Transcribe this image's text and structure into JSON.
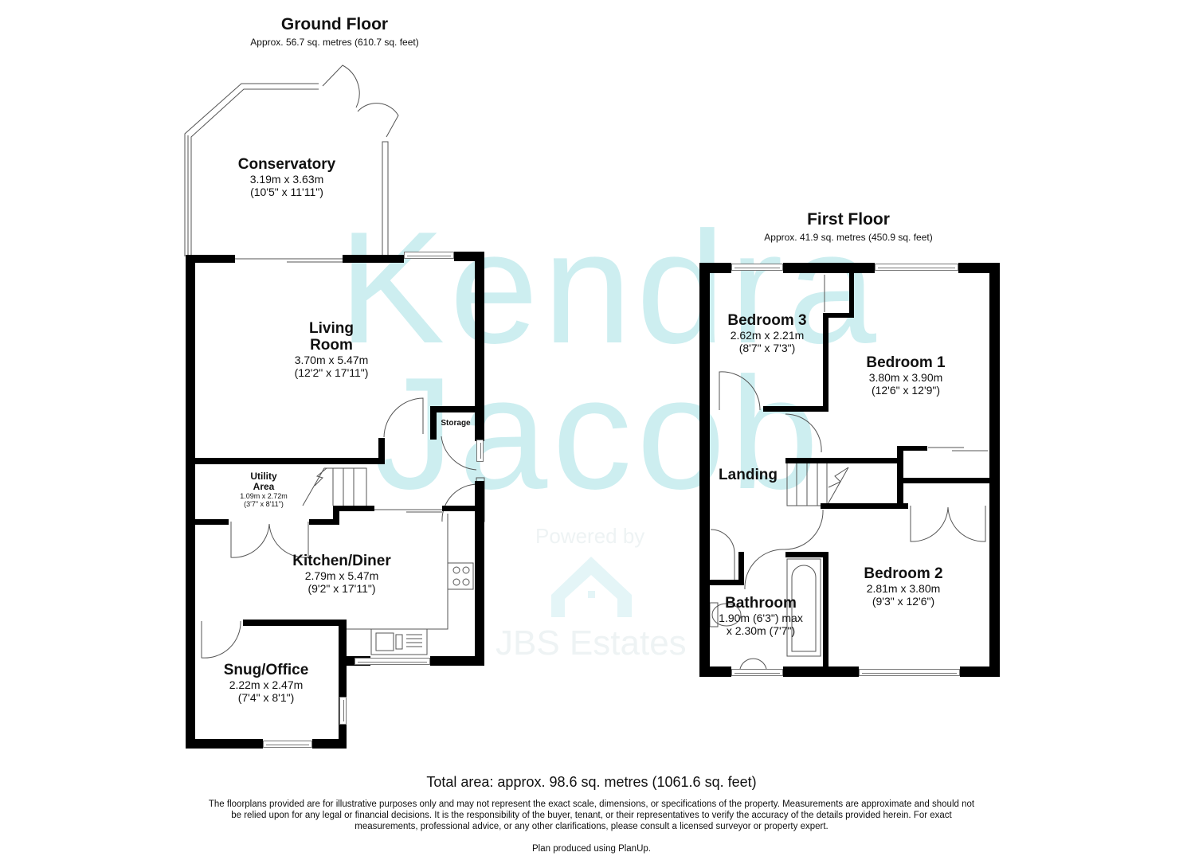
{
  "watermark": {
    "agent_line1": "Kendra",
    "agent_line2": "Jacob",
    "powered_by": "Powered by",
    "brand": "JBS Estates",
    "brand_icon": "house-icon",
    "color": "#cdeef0"
  },
  "ground_floor": {
    "title": "Ground Floor",
    "area": "Approx. 56.7 sq. metres (610.7 sq. feet)",
    "rooms": [
      {
        "name": "Conservatory",
        "metric": "3.19m x 3.63m",
        "imperial": "(10'5\" x 11'11\")"
      },
      {
        "name_line1": "Living",
        "name_line2": "Room",
        "metric": "3.70m x 5.47m",
        "imperial": "(12'2\" x 17'11\")"
      },
      {
        "name": "Storage"
      },
      {
        "name_line1": "Utility",
        "name_line2": "Area",
        "metric": "1.09m x 2.72m",
        "imperial": "(3'7\" x 8'11\")"
      },
      {
        "name": "Kitchen/Diner",
        "metric": "2.79m x 5.47m",
        "imperial": "(9'2\" x 17'11\")"
      },
      {
        "name": "Snug/Office",
        "metric": "2.22m x 2.47m",
        "imperial": "(7'4\" x 8'1\")"
      }
    ]
  },
  "first_floor": {
    "title": "First Floor",
    "area": "Approx. 41.9 sq. metres (450.9 sq. feet)",
    "rooms": [
      {
        "name": "Bedroom 3",
        "metric": "2.62m x 2.21m",
        "imperial": "(8'7\" x 7'3\")"
      },
      {
        "name": "Bedroom 1",
        "metric": "3.80m x 3.90m",
        "imperial": "(12'6\" x 12'9\")"
      },
      {
        "name": "Landing"
      },
      {
        "name": "Bedroom 2",
        "metric": "2.81m x 3.80m",
        "imperial": "(9'3\" x 12'6\")"
      },
      {
        "name": "Bathroom",
        "line1": "1.90m (6'3\") max",
        "line2": "x 2.30m (7'7\")"
      }
    ]
  },
  "footer": {
    "total_area": "Total area: approx. 98.6 sq. metres (1061.6 sq. feet)",
    "disclaimer": "The floorplans provided are for illustrative purposes only and may not represent the exact scale, dimensions, or specifications of the property. Measurements are approximate and should not be relied upon for any legal or financial decisions. It is the responsibility of the buyer, tenant, or their representatives to verify the accuracy of the details provided herein.  For exact measurements, professional advice, or any other clarifications, please consult a licensed surveyor or property expert.",
    "produced_by": "Plan produced using PlanUp."
  }
}
